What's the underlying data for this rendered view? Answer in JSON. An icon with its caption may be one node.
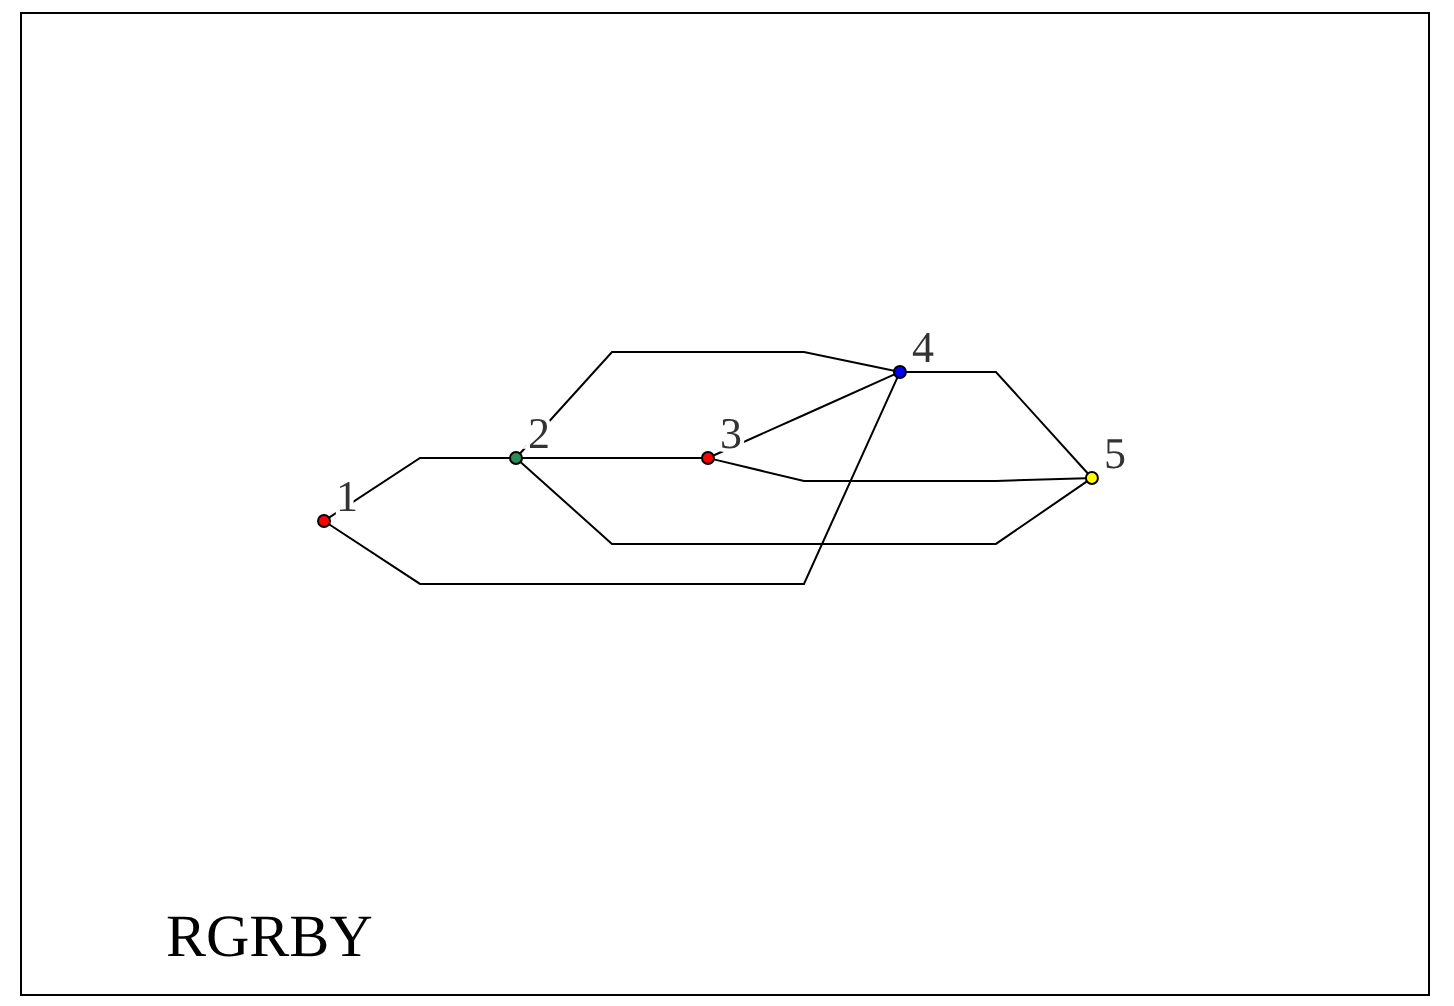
{
  "diagram": {
    "nodes": [
      {
        "text": [],
        "shape": "circle",
        "beside": [
          "1"
        ]
      },
      {
        "text": [],
        "shape": "circle",
        "beside": [
          "2"
        ]
      },
      {
        "text": [],
        "shape": "circle",
        "beside": [
          "3"
        ]
      },
      {
        "text": [],
        "shape": "circle",
        "beside": [
          "4"
        ]
      },
      {
        "text": [],
        "shape": "circle",
        "beside": [
          "5"
        ]
      }
    ],
    "edges": [
      {
        "from": 0,
        "to": 1,
        "arrow": "none"
      },
      {
        "from": 0,
        "to": 3,
        "arrow": "none"
      },
      {
        "from": 1,
        "to": 3,
        "arrow": "none"
      },
      {
        "from": 1,
        "to": 2,
        "arrow": "none"
      },
      {
        "from": 1,
        "to": 4,
        "arrow": "none"
      },
      {
        "from": 2,
        "to": 3,
        "arrow": "none"
      },
      {
        "from": 2,
        "to": 4,
        "arrow": "none"
      },
      {
        "from": 3,
        "to": 4,
        "arrow": "none"
      }
    ],
    "labels": [
      "RGRBY"
    ]
  }
}
